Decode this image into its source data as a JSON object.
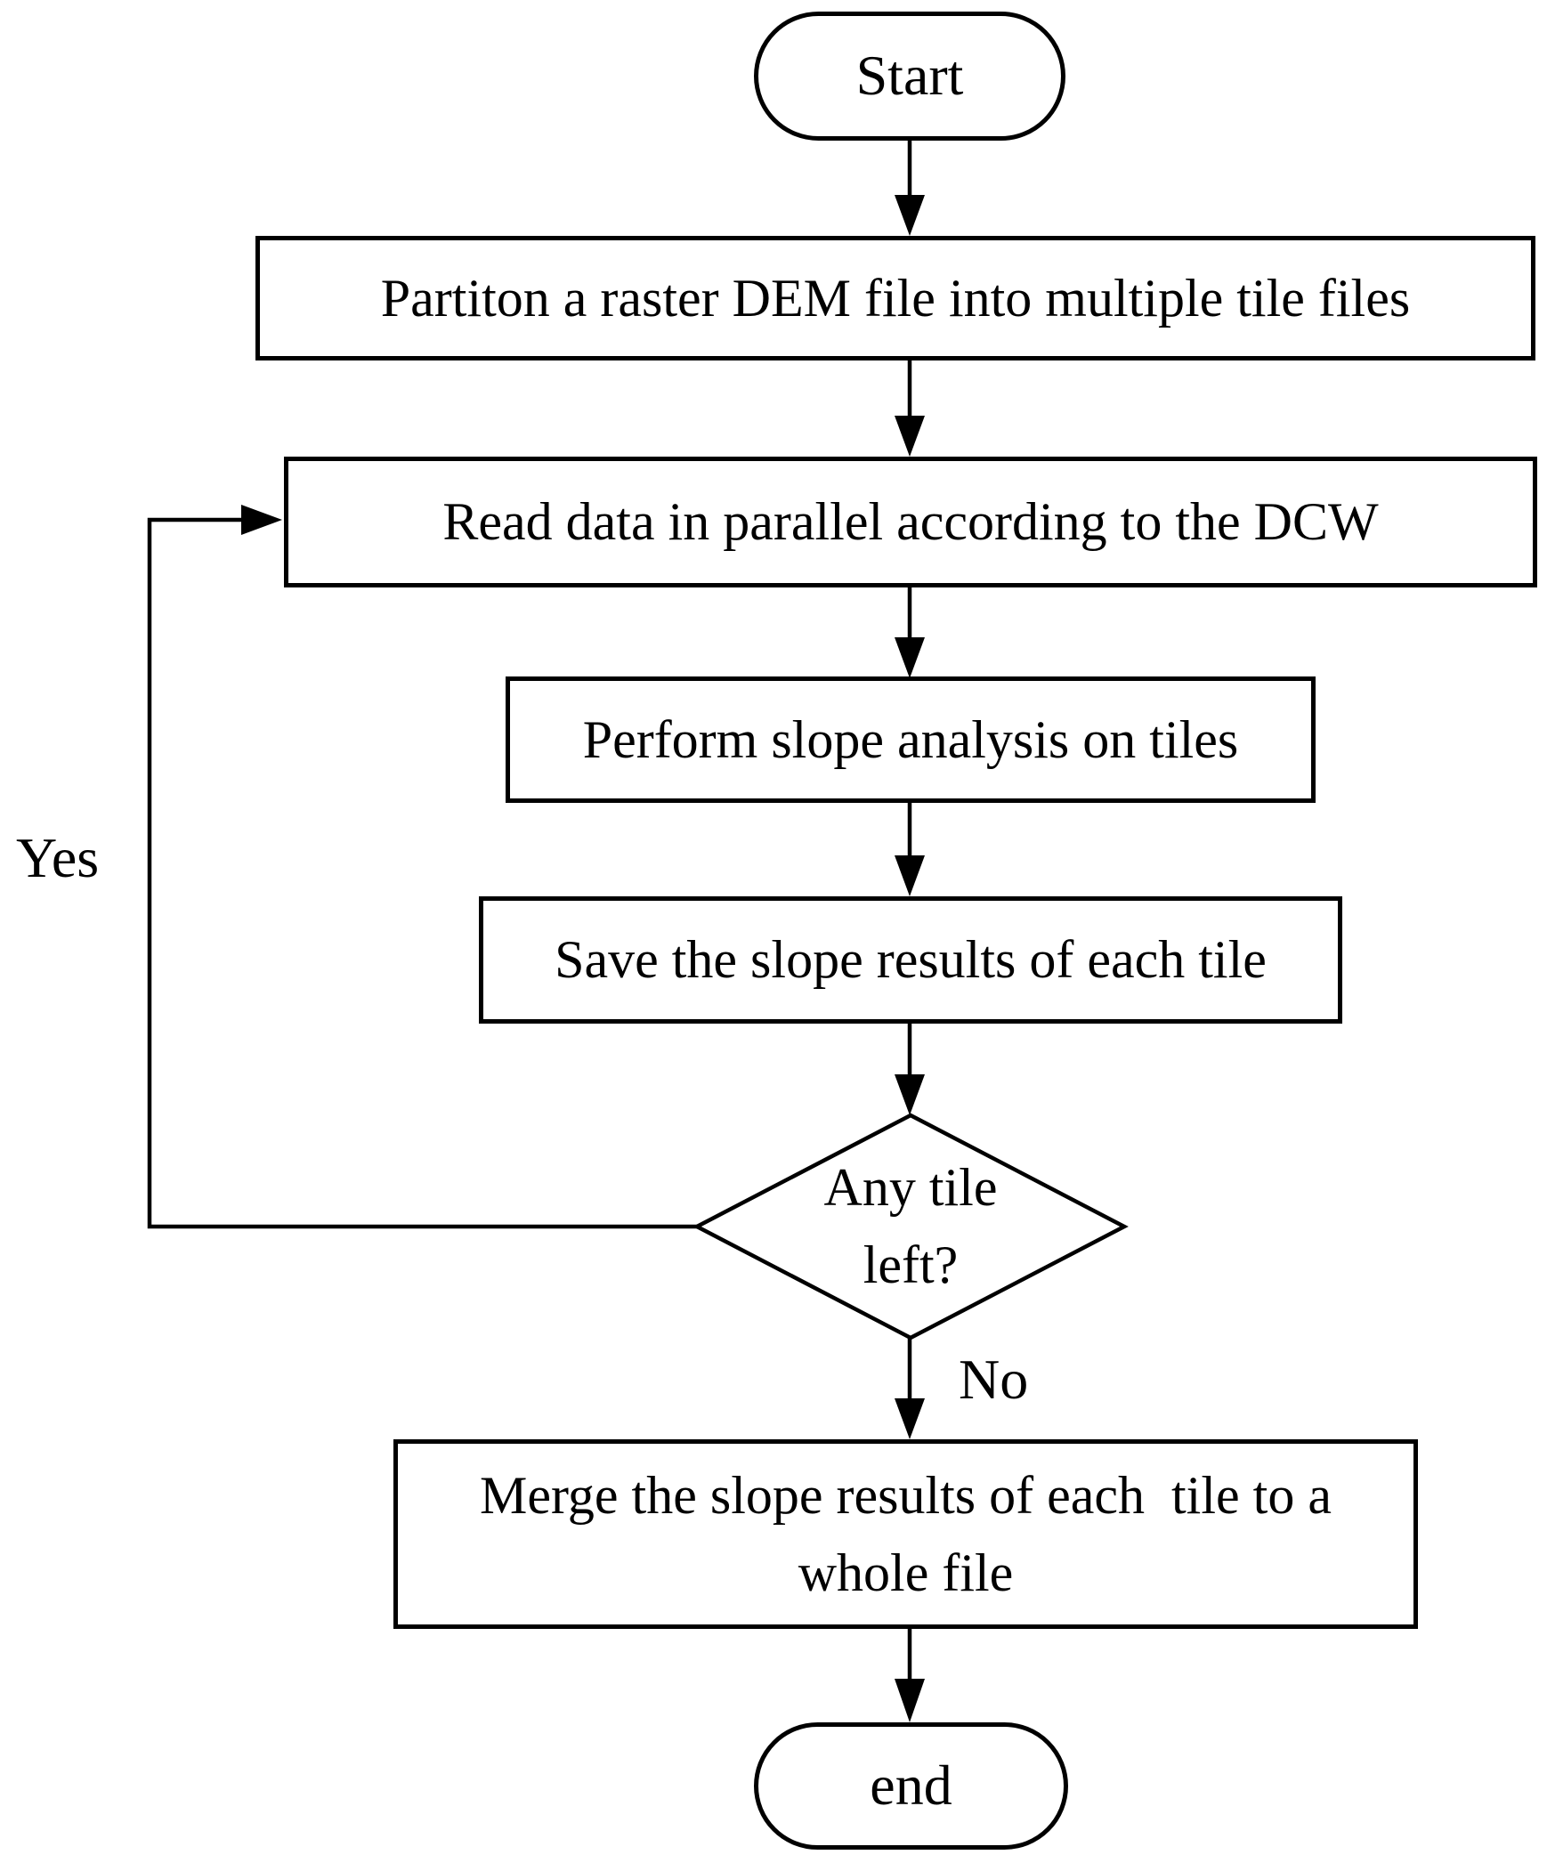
{
  "nodes": {
    "start": {
      "label": "Start"
    },
    "partition": {
      "label": "Partiton a raster DEM file into multiple tile files"
    },
    "read": {
      "label": "Read data in parallel according to the DCW"
    },
    "analyze": {
      "label": "Perform slope analysis on tiles"
    },
    "save": {
      "label": "Save the slope results of each tile"
    },
    "decision": {
      "line1": "Any tile",
      "line2": "left?"
    },
    "merge": {
      "line1": "Merge the slope results of each  tile to a",
      "line2": "whole file"
    },
    "end": {
      "label": "end"
    }
  },
  "edge_labels": {
    "yes": "Yes",
    "no": "No"
  },
  "colors": {
    "line": "#000000",
    "fill": "#ffffff",
    "text": "#000000"
  }
}
